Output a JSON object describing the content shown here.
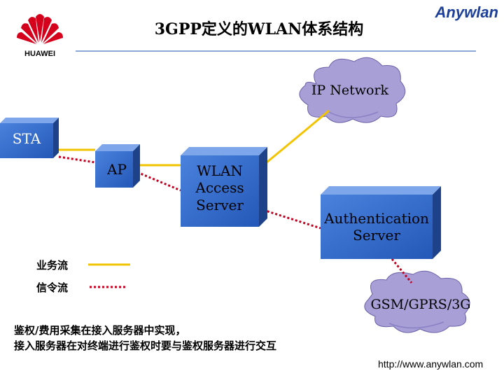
{
  "header": {
    "title": "3GPP定义的WLAN体系结构",
    "brand": "Anywlan",
    "logo_text": "HUAWEI"
  },
  "nodes": {
    "ip_network": "IP Network",
    "sta": "STA",
    "ap": "AP",
    "wlan_server": [
      "WLAN",
      "Access",
      "Server"
    ],
    "auth_server": [
      "Authentication",
      "Server"
    ],
    "gsm": "GSM/GPRS/3G"
  },
  "legend": {
    "service_flow": "业务流",
    "signaling_flow": "信令流"
  },
  "note": {
    "line1": "鉴权/费用采集在接入服务器中实现，",
    "line2": "接入服务器在对终端进行鉴权时要与鉴权服务器进行交互"
  },
  "footer": {
    "url": "http://www.anywlan.com"
  },
  "colors": {
    "box_fill": "#2f67c8",
    "box_top": "#7ea6ea",
    "box_side": "#1d428a",
    "cloud": "#a79fd6",
    "service_line": "#f2c400",
    "signal_line": "#c0001e",
    "brand": "#1c3f9a"
  }
}
